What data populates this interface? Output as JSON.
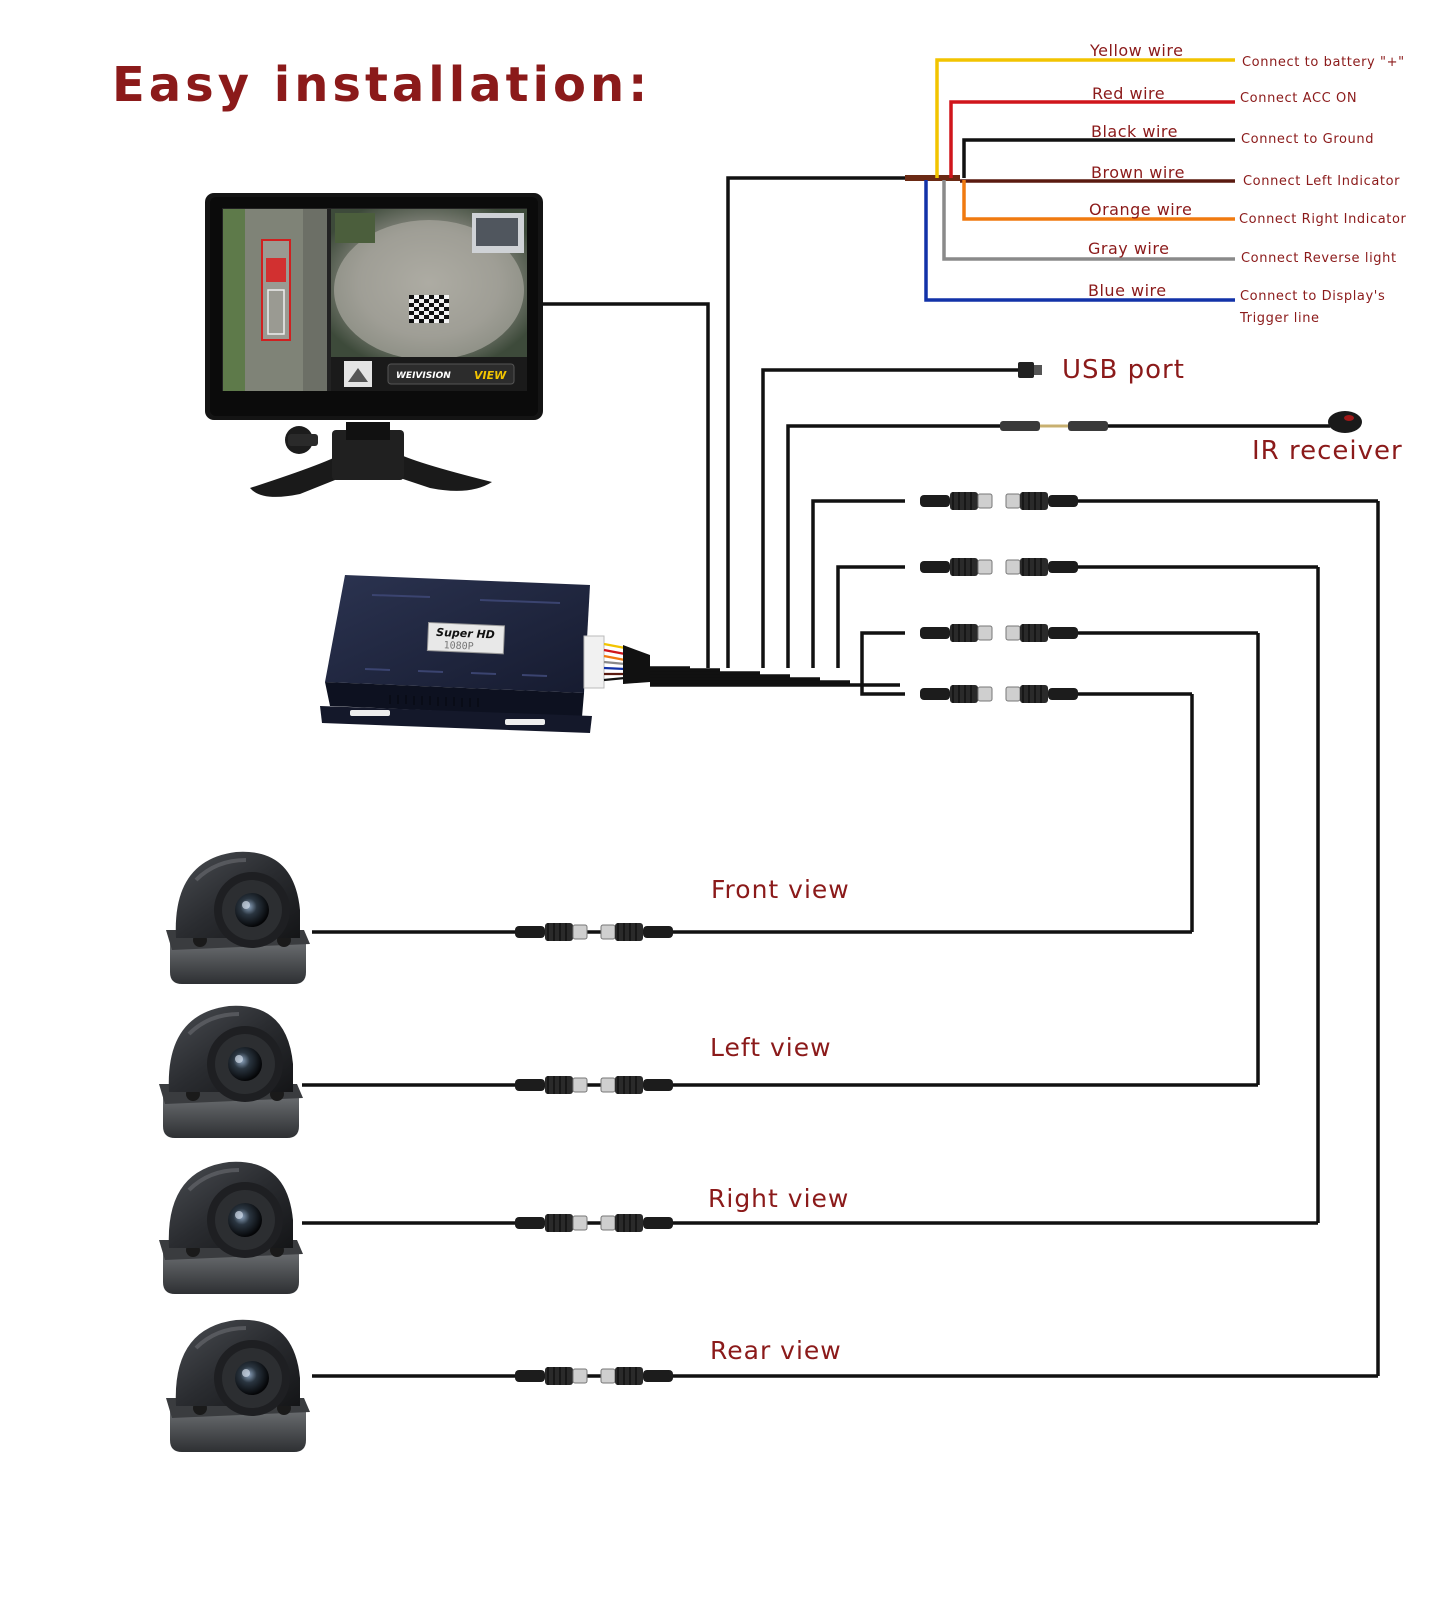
{
  "title": "Easy installation:",
  "monitor": {
    "brand": "WEIVISION",
    "view_text": "VIEW"
  },
  "dvr_box": {
    "badge_line1": "Super HD",
    "badge_line2": "1080P"
  },
  "colored_wires": [
    {
      "name": "Yellow wire",
      "connection": "Connect to battery \"+\"",
      "color": "#f2c400"
    },
    {
      "name": "Red wire",
      "connection": "Connect ACC  ON",
      "color": "#d0151b"
    },
    {
      "name": "Black wire",
      "connection": "Connect to Ground",
      "color": "#111111"
    },
    {
      "name": "Brown wire",
      "connection": "Connect Left Indicator",
      "color": "#5a1a10"
    },
    {
      "name": "Orange wire",
      "connection": "Connect Right Indicator",
      "color": "#f07a10"
    },
    {
      "name": "Gray wire",
      "connection": "Connect Reverse light",
      "color": "#8a8a8a"
    },
    {
      "name": "Blue wire",
      "connection": "Connect to Display's",
      "connection_line2": "Trigger line",
      "color": "#1232a8"
    }
  ],
  "ports": {
    "usb": "USB port",
    "ir": "IR receiver"
  },
  "cameras": [
    {
      "label": "Front view"
    },
    {
      "label": "Left view"
    },
    {
      "label": "Right view"
    },
    {
      "label": "Rear view"
    }
  ]
}
